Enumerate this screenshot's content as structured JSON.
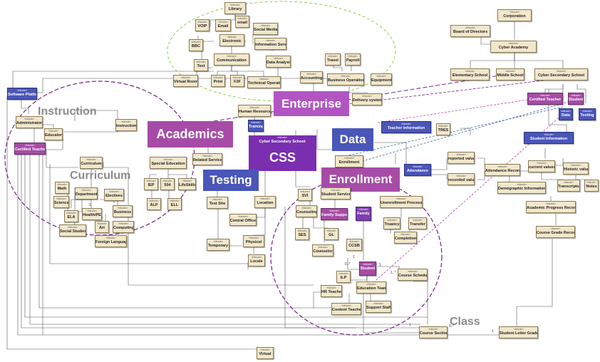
{
  "stereotype": "«block»",
  "labels": {
    "enterprise": "Enterprise",
    "academics": "Academics",
    "css": "CSS",
    "data": "Data",
    "testing": "Testing",
    "enrollment": "Enrollment",
    "instruction": "Instruction",
    "curriculum": "Curriculum",
    "class": "Class"
  },
  "blocks": {
    "library": "Library",
    "voip": "VOIP",
    "email_left": "Email",
    "email_right": "email",
    "social_media": "Social Media",
    "bbc": "BBC",
    "electronic": "Electronic",
    "information_service": "Information Service",
    "text": "Text",
    "communication": "Communication",
    "data_analysis": "Data Analysis",
    "virtual_room": "Virtual Room",
    "print": "Print",
    "f2f": "F2F",
    "technical_operation": "Technical Operation",
    "travel": "Travel",
    "payroll": "Payroll",
    "accounting": "Accounting",
    "business_operation": "Business Operation",
    "equipment": "Equipment",
    "delivery_system": "Delivery system",
    "corporation": "Corporation",
    "board_of_directors": "Board of Directors",
    "cyber_academy": "Cyber Academy",
    "elementary_school": "Elementary School",
    "middle_school": "Middle School",
    "cyber_secondary_school": "Cyber Secondary School",
    "certified_teacher_right": "Certified Teacher",
    "student_top": "Student",
    "data_right": "Data",
    "testing_right": "Testing",
    "software_platform": "Software Platform",
    "human_resources": "Human Resources",
    "training": "Training",
    "cyber_secondary_school_center": "Cyber Secondary School",
    "administrator": "Administrator",
    "educator": "Educator",
    "instruction": "Instruction",
    "certified_teacher_left": "Certified Teacher",
    "curriculum": "Curriculum",
    "teacher_information": "Teacher Information",
    "tres": "TRES",
    "student_information": "Student Information",
    "enrollment": "Enrollment",
    "reported_value": "reported value",
    "attendance": "Attendance",
    "recorded_value": "recorded value",
    "attendance_record": "Attendance Record",
    "current_values": "current values",
    "historic_values": "Historic values",
    "demographic_information": "Demographic Information",
    "transcripts": "Transcripts",
    "notes": "Notes",
    "special_education": "Special Education",
    "related_services": "Related Services",
    "math": "Math",
    "department": "Department",
    "electives": "Electives",
    "science": "Science",
    "iep": "IEP",
    "s504": "504",
    "life_skills": "LifeSkills",
    "ela": "ELA",
    "health_pe": "Health/PE",
    "business": "Business",
    "alp": "ALP",
    "ell": "ELL",
    "social_studies": "Social Studies",
    "art": "Art",
    "computing": "Computing",
    "foreign_language": "Foreign Language",
    "test_site": "Test Site",
    "location": "Location",
    "svi": "SVI",
    "student_services": "Student Services",
    "unenrollment_process": "Unenrollment Process",
    "counseling": "Counseling",
    "family_support": "Family Support",
    "family": "Family",
    "truancy": "Truancy",
    "transfer": "Transfer",
    "central_office": "Central Office",
    "ses": "SES",
    "gl": "GL",
    "completion": "Completion",
    "temporary": "Temporary",
    "physical": "Physical",
    "ccsb": "CCSB",
    "counselor": "Counselor",
    "locale": "Locale",
    "student_center": "Student",
    "academic_progress_record": "Academic Progress Record",
    "course_grade_record": "Course Grade Record",
    "ilp": "ILP",
    "course_schedule": "Course Schedule",
    "hr_teacher": "HR Teacher",
    "education_team": "Education Team",
    "content_teacher": "Content Teacher",
    "support_staff": "Support Staff",
    "course_section": "Course Section",
    "student_letter_grade": "Student Letter Grade",
    "virtual": "Virtual"
  },
  "multiplicities": {
    "m1": "1",
    "m2": "0..*",
    "m3": "1",
    "m4": "1..*",
    "m5": "1",
    "m6": "0..*",
    "m7": "1",
    "m8": "1"
  },
  "colors": {
    "block_fill": "#f1e7cb",
    "purple": "#a64ca6",
    "blue": "#4a56b8",
    "violet": "#7d3fb0",
    "green_dashed": "#8fcf4a",
    "purple_dashed": "#7a1f8a",
    "line": "#555555"
  }
}
